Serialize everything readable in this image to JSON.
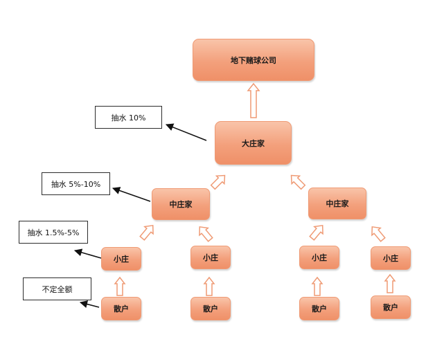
{
  "diagram": {
    "nodes": {
      "company": "地下赌球公司",
      "big_dealer": "大庄家",
      "mid_dealer_left": "中庄家",
      "mid_dealer_right": "中庄家",
      "small_dealer_1": "小庄",
      "small_dealer_2": "小庄",
      "small_dealer_3": "小庄",
      "small_dealer_4": "小庄",
      "retail_1": "散户",
      "retail_2": "散户",
      "retail_3": "散户",
      "retail_4": "散户"
    },
    "annotations": {
      "big_dealer_cut": "抽水 10%",
      "mid_dealer_cut": "抽水 5%-10%",
      "small_dealer_cut": "抽水 1.5%-5%",
      "retail_amount": "不定全额"
    },
    "colors": {
      "node_fill_top": "#f9c4a9",
      "node_fill_bottom": "#ef9068",
      "arrow_fill": "#ffffff",
      "arrow_stroke": "#ef9a74",
      "pointer_color": "#111111"
    }
  }
}
